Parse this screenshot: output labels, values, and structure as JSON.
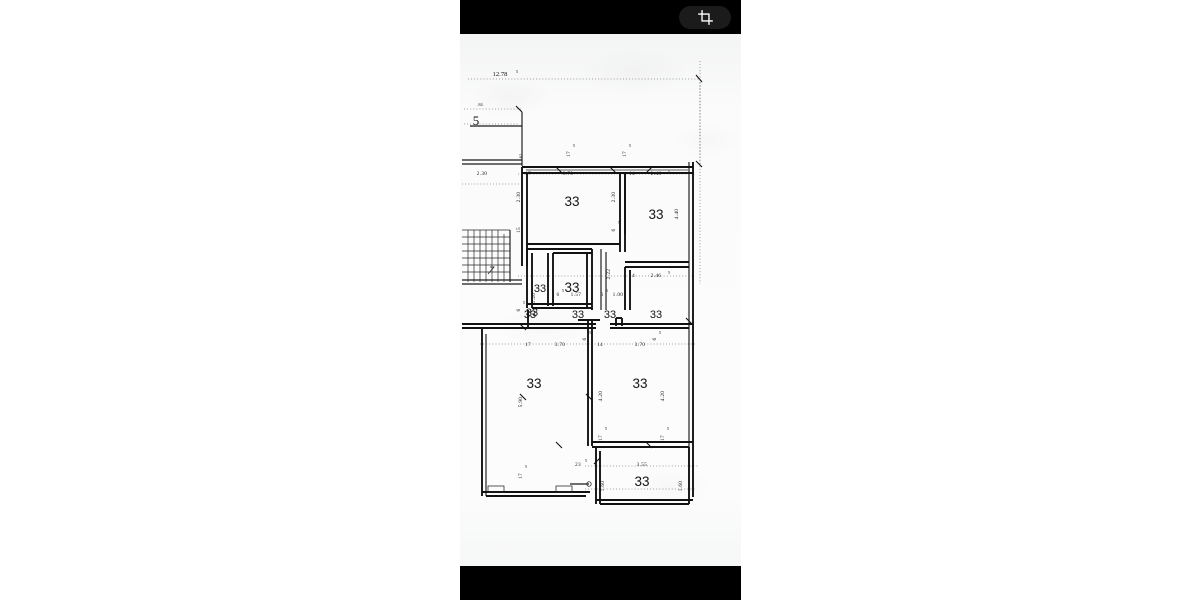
{
  "viewer": {
    "background_color": "#ffffff",
    "chrome_color": "#000000",
    "paper_color": "#fbfbfb",
    "ink_color": "#111111"
  },
  "top_bar": {
    "crop_button": {
      "icon": "crop-icon",
      "label": ""
    }
  },
  "bottom_bar": {
    "label": ""
  },
  "document": {
    "type": "architectural-floor-plan",
    "description": "Scanned hand-drawn residential floor plan with handwritten metric dimensions",
    "room_label": "33",
    "overall_width_dimension": "12.78⁵"
  },
  "dimensions": {
    "top_overall": "12.78⁵",
    "top_left_offset": ".84",
    "top_left_big": "5",
    "upper_row": [
      "2.30",
      "17",
      "3.70",
      "14",
      "2.46⁵"
    ],
    "upper_verticals": [
      "2.30",
      "2.30",
      "15",
      "4.40"
    ],
    "upper_small": [
      "17⁵",
      "17⁵",
      "61",
      "6⁵",
      "6⁵"
    ],
    "middle_row": [
      "1.20",
      "1.57",
      "1.00",
      "2.22",
      "6⁵",
      "6⁵"
    ],
    "middle_row_2": [
      "14",
      "2.46⁵"
    ],
    "lower_row": [
      "17",
      "3.70",
      "14",
      "3.70"
    ],
    "lower_verticals": [
      "5.90",
      "4.20",
      "4.20"
    ],
    "lower_small": [
      "17⁵",
      "17⁵",
      "6⁵",
      "6⁵",
      "17⁵"
    ],
    "bottom_row": [
      "23⁵",
      "3.55",
      "1.60",
      "1.60",
      "17⁵"
    ]
  },
  "rooms": [
    {
      "id": "room-upper-center",
      "label": "33",
      "width": "3.70",
      "height": "2.30"
    },
    {
      "id": "room-upper-right",
      "label": "33",
      "width": "2.46⁵",
      "height": "4.40"
    },
    {
      "id": "room-mid-left",
      "label": "33",
      "width": "1.20",
      "height": ""
    },
    {
      "id": "room-mid-center",
      "label": "33",
      "width": "1.57",
      "height": ""
    },
    {
      "id": "room-corridor-left",
      "label": "33",
      "width": "",
      "height": ""
    },
    {
      "id": "room-corridor-mid",
      "label": "33",
      "width": "",
      "height": ""
    },
    {
      "id": "room-corridor-right",
      "label": "33",
      "width": "2.46⁵",
      "height": ""
    },
    {
      "id": "room-lower-left",
      "label": "33",
      "width": "3.70",
      "height": "5.90"
    },
    {
      "id": "room-lower-right",
      "label": "33",
      "width": "3.70",
      "height": "4.20"
    },
    {
      "id": "room-bottom",
      "label": "33",
      "width": "3.55",
      "height": "1.60"
    }
  ]
}
